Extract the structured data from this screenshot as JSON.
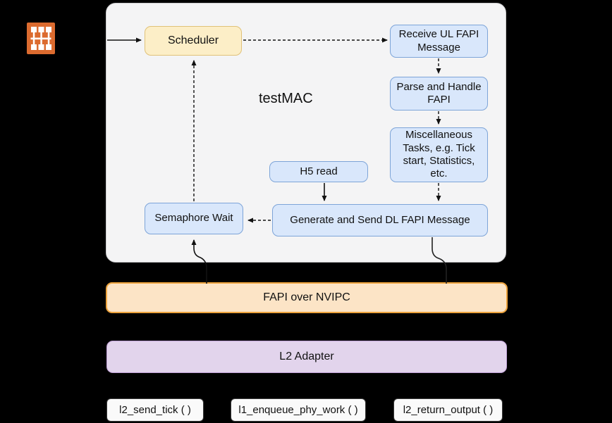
{
  "diagram": {
    "container_label": "testMAC",
    "nodes": {
      "scheduler": "Scheduler",
      "receive_ul_fapi": "Receive UL FAPI Message",
      "parse_handle_fapi": "Parse and Handle FAPI",
      "misc_tasks": "Miscellaneous Tasks, e.g. Tick start, Statistics, etc.",
      "h5_read": "H5 read",
      "semaphore_wait": "Semaphore Wait",
      "generate_send_dl": "Generate and Send DL FAPI Message"
    },
    "bars": {
      "fapi_over_nvipc": "FAPI over NVIPC",
      "l2_adapter": "L2 Adapter"
    },
    "functions": [
      "l2_send_tick ( )",
      "l1_enqueue_phy_work ( )",
      "l2_return_output ( )"
    ],
    "icons": {
      "brand": "orange-grid-switch-icon"
    },
    "colors": {
      "background": "#000000",
      "container_fill": "#f4f4f5",
      "container_border": "#c9c9cb",
      "scheduler_fill": "#fceec7",
      "scheduler_border": "#e0c178",
      "blue_fill": "#d9e7fb",
      "blue_border": "#7da4d8",
      "fapi_bar_fill": "#fce4c6",
      "fapi_bar_border": "#eda33d",
      "l2_bar_fill": "#e2d4ec",
      "l2_bar_border": "#c0a1d6",
      "function_fill": "#fafafa",
      "function_border": "#3a3a3a",
      "brand_orange": "#dc6b2f",
      "arrow": "#111111"
    }
  }
}
